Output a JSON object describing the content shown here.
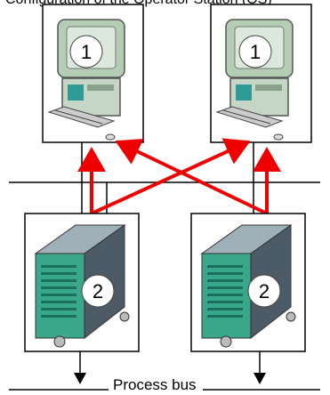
{
  "caption_top": "Configuration of the Operator Station (OS)",
  "nodes": {
    "client_left": {
      "number": "1",
      "kind": "computer"
    },
    "client_right": {
      "number": "1",
      "kind": "computer"
    },
    "server_left": {
      "number": "2",
      "kind": "server"
    },
    "server_right": {
      "number": "2",
      "kind": "server"
    }
  },
  "bus_label": "Process bus",
  "colors": {
    "connection_red": "#ee0000",
    "monitor_green": "#c3d9c3",
    "case_dark": "#4d5b66",
    "case_teal": "#3aa68a",
    "lines": "#000000"
  }
}
